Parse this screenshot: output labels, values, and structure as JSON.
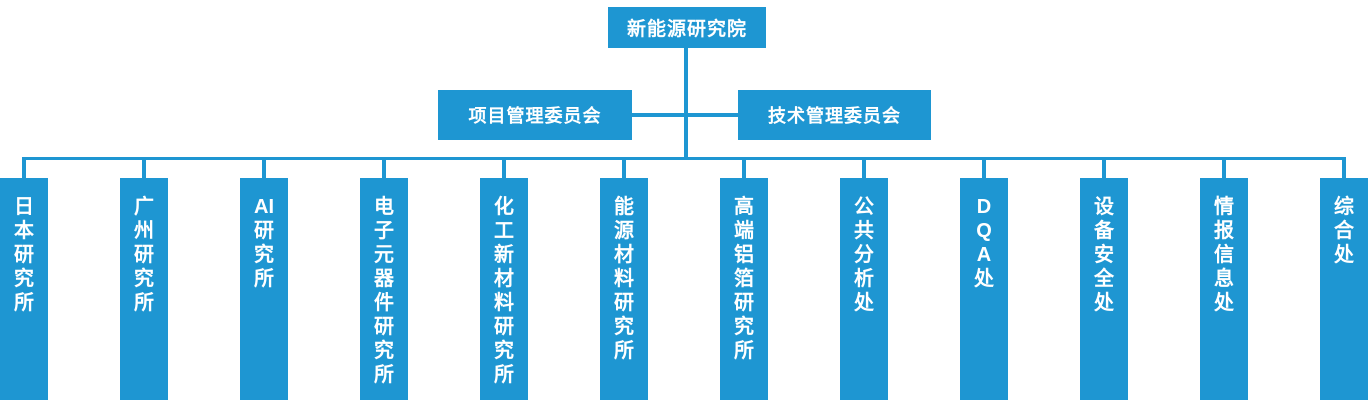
{
  "colors": {
    "accent": "#1e96d2",
    "text_on_accent": "#ffffff",
    "background": "#ffffff"
  },
  "root": {
    "label": "新能源研究院"
  },
  "committees": [
    {
      "label": "项目管理委员会"
    },
    {
      "label": "技术管理委员会"
    }
  ],
  "departments": [
    {
      "label": "日本研究所",
      "lines": [
        "日",
        "本",
        "研",
        "究",
        "所"
      ]
    },
    {
      "label": "广州研究所",
      "lines": [
        "广",
        "州",
        "研",
        "究",
        "所"
      ]
    },
    {
      "label": "AI研究所",
      "lines": [
        "AI",
        "研",
        "究",
        "所"
      ]
    },
    {
      "label": "电子元器件研究所",
      "lines": [
        "电",
        "子",
        "元",
        "器",
        "件",
        "研",
        "究",
        "所"
      ]
    },
    {
      "label": "化工新材料研究所",
      "lines": [
        "化",
        "工",
        "新",
        "材",
        "料",
        "研",
        "究",
        "所"
      ]
    },
    {
      "label": "能源材料研究所",
      "lines": [
        "能",
        "源",
        "材",
        "料",
        "研",
        "究",
        "所"
      ]
    },
    {
      "label": "高端铝箔研究所",
      "lines": [
        "高",
        "端",
        "铝",
        "箔",
        "研",
        "究",
        "所"
      ]
    },
    {
      "label": "公共分析处",
      "lines": [
        "公",
        "共",
        "分",
        "析",
        "处"
      ]
    },
    {
      "label": "DQA处",
      "lines": [
        "D",
        "Q",
        "A",
        "处"
      ]
    },
    {
      "label": "设备安全处",
      "lines": [
        "设",
        "备",
        "安",
        "全",
        "处"
      ]
    },
    {
      "label": "情报信息处",
      "lines": [
        "情",
        "报",
        "信",
        "息",
        "处"
      ]
    },
    {
      "label": "综合处",
      "lines": [
        "综",
        "合",
        "处"
      ]
    }
  ]
}
